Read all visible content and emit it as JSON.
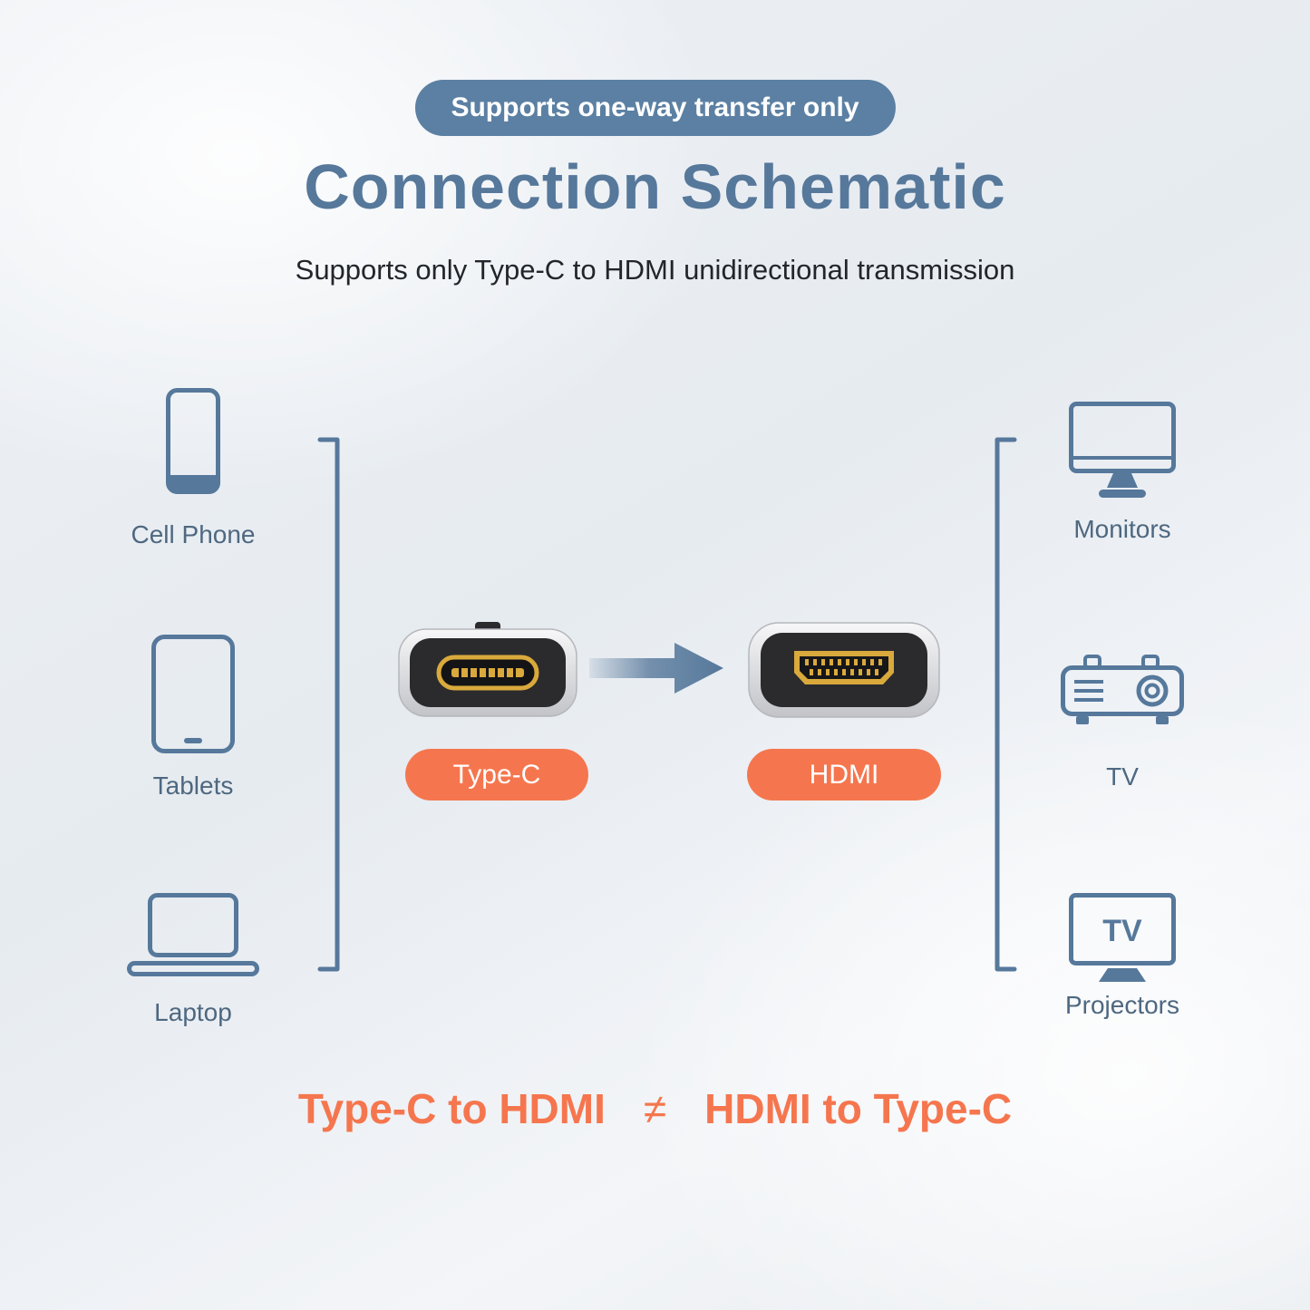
{
  "badge": {
    "label": "Supports one-way transfer only"
  },
  "title": "Connection Schematic",
  "subtitle": "Supports only Type-C to HDMI unidirectional transmission",
  "source_devices": [
    {
      "label": "Cell Phone"
    },
    {
      "label": "Tablets"
    },
    {
      "label": "Laptop"
    }
  ],
  "output_devices": [
    {
      "label": "Monitors"
    },
    {
      "label": "TV"
    },
    {
      "label": "Projectors"
    }
  ],
  "connectors": {
    "source": "Type-C",
    "target": "HDMI"
  },
  "tv_icon_text": "TV",
  "footer": {
    "left": "Type-C to HDMI",
    "inequality": "≠",
    "right": "HDMI to Type-C"
  },
  "colors": {
    "accent_blue": "#56789B",
    "badge_blue": "#5B80A3",
    "accent_orange": "#F5764E",
    "connector_gold": "#D9A93C",
    "connector_dark": "#2B2B2D"
  }
}
